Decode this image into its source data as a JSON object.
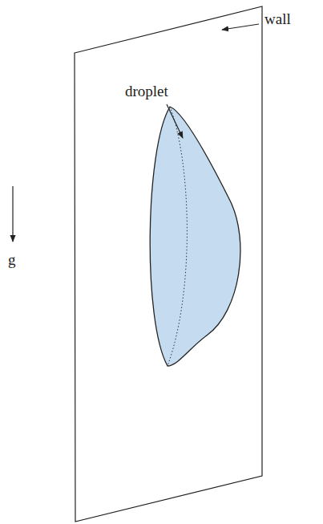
{
  "diagram": {
    "labels": [
      "wall",
      "droplet",
      "g"
    ]
  }
}
